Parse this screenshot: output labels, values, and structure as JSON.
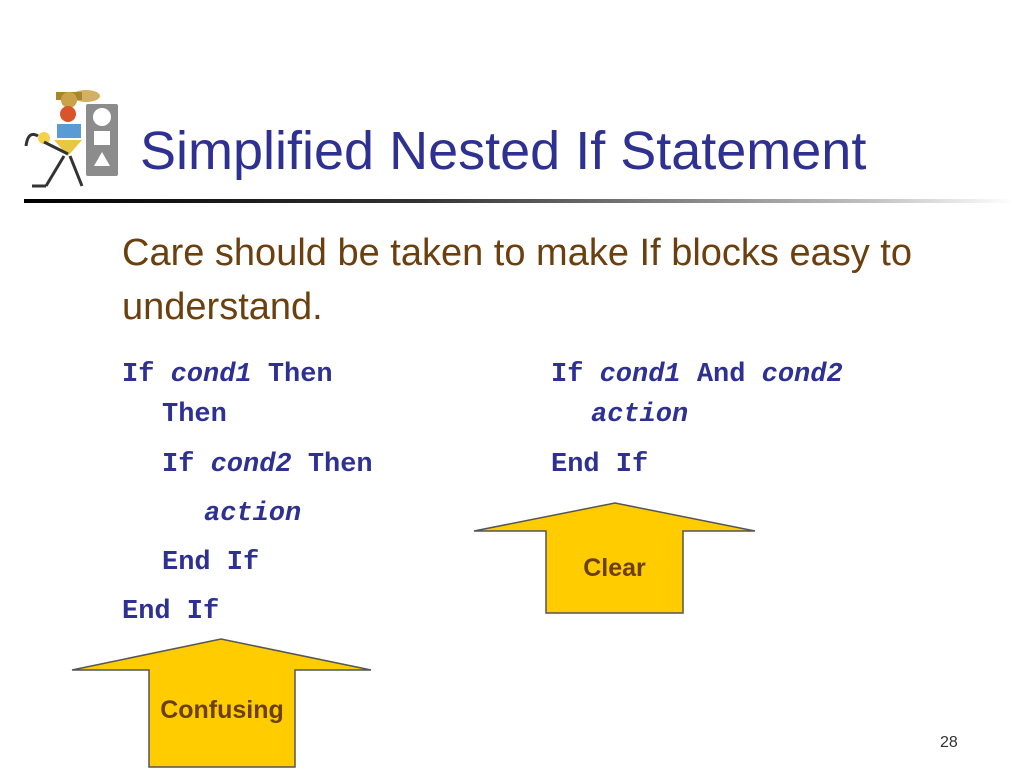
{
  "title": "Simplified Nested If Statement",
  "intro": "Care should be taken to make If blocks easy to understand.",
  "left_code": {
    "line1": {
      "kw1": "If",
      "cond": "cond1",
      "kw2": "Then"
    },
    "line1_wrap": "Then",
    "line2": {
      "kw1": "If",
      "cond": "cond2",
      "kw2": "Then"
    },
    "line3": "action",
    "line4": "End If",
    "line5": "End If"
  },
  "right_code": {
    "line1": {
      "kw1": "If",
      "cond1": "cond1",
      "kw2": "And",
      "cond2": "cond2"
    },
    "line2": "action",
    "line3": "End If"
  },
  "labels": {
    "clear": "Clear",
    "confusing": "Confusing"
  },
  "page_number": "28",
  "colors": {
    "title": "#2e3192",
    "body_text": "#6b3f0e",
    "code": "#2e3192",
    "arrow_fill": "#ffcc00"
  },
  "logo_icon": "clip-art-figure-icon"
}
